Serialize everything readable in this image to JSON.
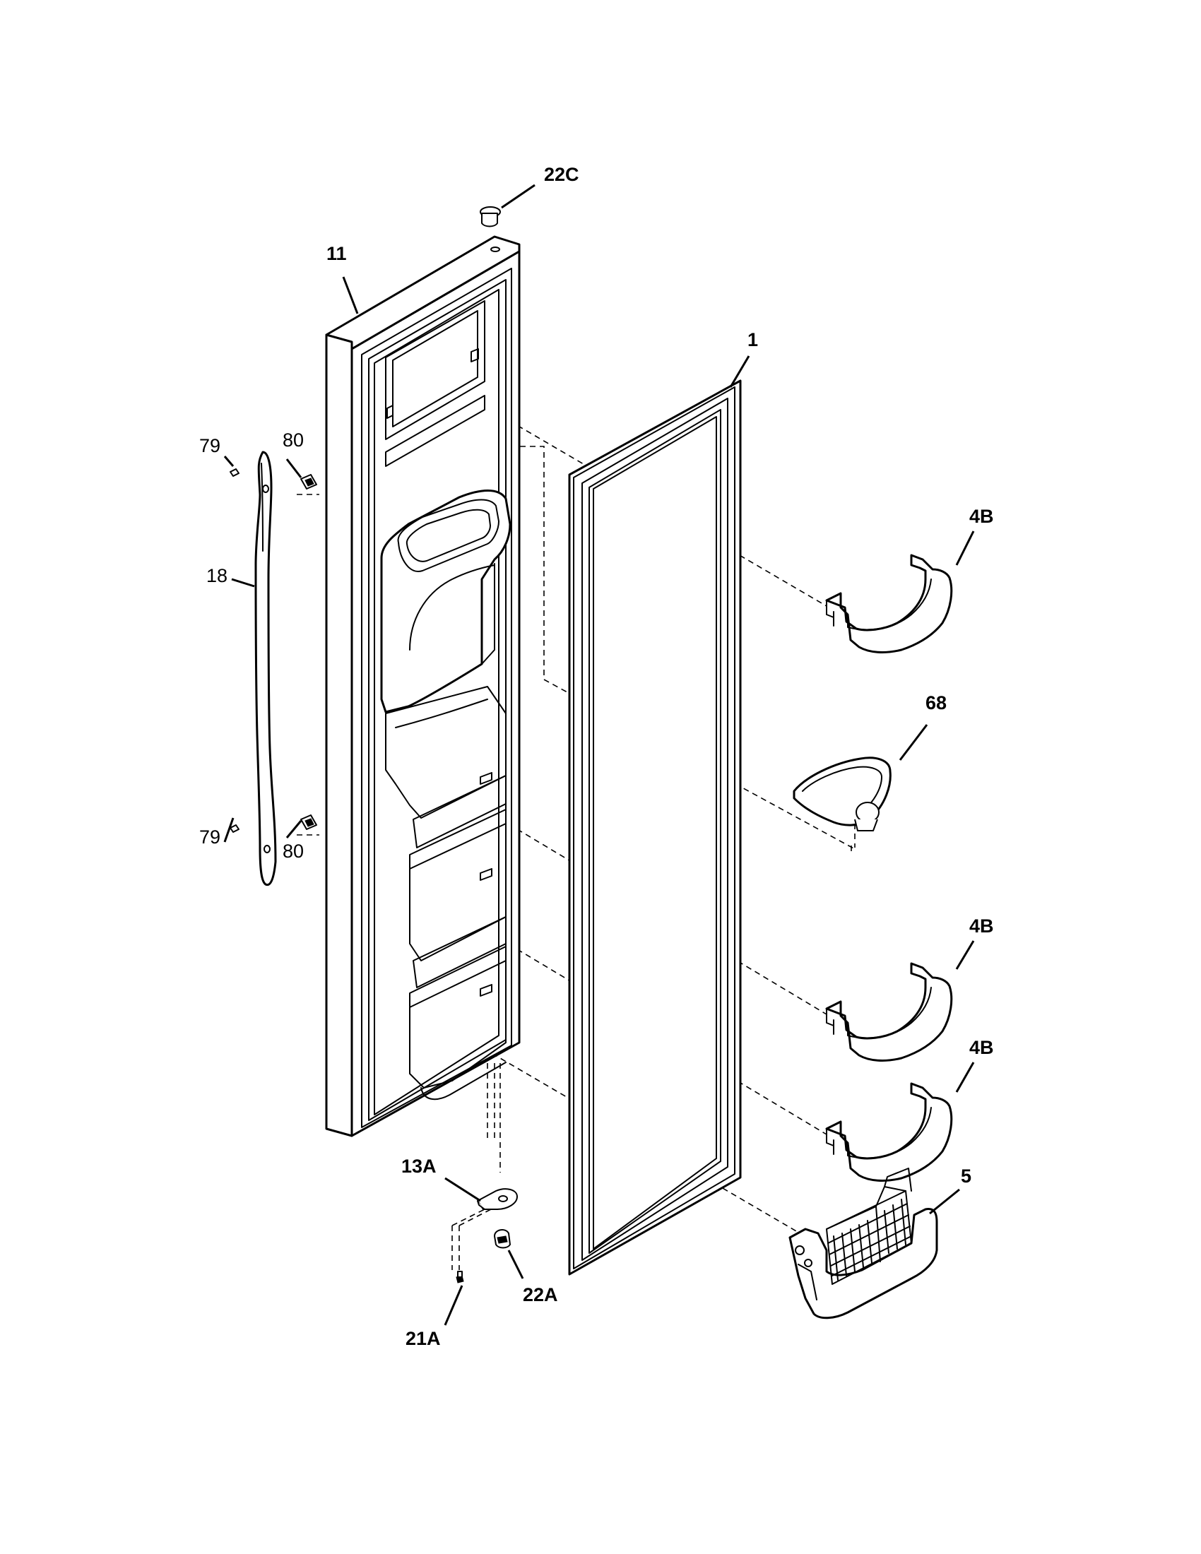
{
  "diagram": {
    "style": "exploded parts view, black line art on white",
    "callouts": [
      {
        "id": "c-22c",
        "label": "22C",
        "weight": "bold"
      },
      {
        "id": "c-11",
        "label": "11",
        "weight": "bold"
      },
      {
        "id": "c-1",
        "label": "1",
        "weight": "bold"
      },
      {
        "id": "c-79a",
        "label": "79",
        "weight": "normal"
      },
      {
        "id": "c-80a",
        "label": "80",
        "weight": "normal"
      },
      {
        "id": "c-18",
        "label": "18",
        "weight": "normal"
      },
      {
        "id": "c-79b",
        "label": "79",
        "weight": "normal"
      },
      {
        "id": "c-80b",
        "label": "80",
        "weight": "normal"
      },
      {
        "id": "c-4b-top",
        "label": "4B",
        "weight": "bold"
      },
      {
        "id": "c-68",
        "label": "68",
        "weight": "bold"
      },
      {
        "id": "c-4b-mid",
        "label": "4B",
        "weight": "bold"
      },
      {
        "id": "c-4b-low",
        "label": "4B",
        "weight": "bold"
      },
      {
        "id": "c-5",
        "label": "5",
        "weight": "bold"
      },
      {
        "id": "c-13a",
        "label": "13A",
        "weight": "bold"
      },
      {
        "id": "c-22a",
        "label": "22A",
        "weight": "bold"
      },
      {
        "id": "c-21a",
        "label": "21A",
        "weight": "bold"
      }
    ]
  }
}
